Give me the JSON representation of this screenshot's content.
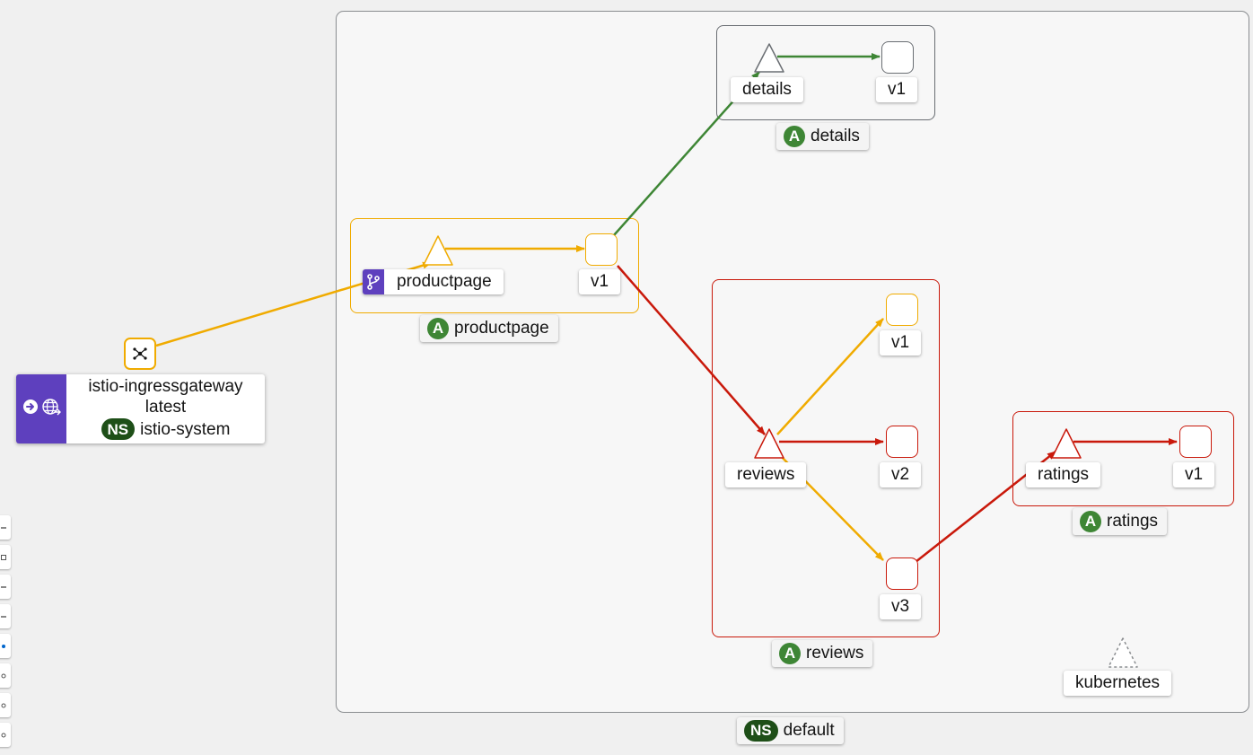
{
  "namespace_box": {
    "badge": "NS",
    "name": "default"
  },
  "gateway": {
    "name": "istio-ingressgateway",
    "version": "latest",
    "ns_badge": "NS",
    "namespace": "istio-system"
  },
  "app_groups": {
    "productpage": {
      "badge": "A",
      "label": "productpage",
      "service": "productpage",
      "workloads": [
        "v1"
      ],
      "health_color": "#f0ab00"
    },
    "details": {
      "badge": "A",
      "label": "details",
      "service": "details",
      "workloads": [
        "v1"
      ],
      "health_color": "#6a6e73"
    },
    "reviews": {
      "badge": "A",
      "label": "reviews",
      "service": "reviews",
      "workloads": [
        "v1",
        "v2",
        "v3"
      ],
      "health_color": "#c9190b"
    },
    "ratings": {
      "badge": "A",
      "label": "ratings",
      "service": "ratings",
      "workloads": [
        "v1"
      ],
      "health_color": "#c9190b"
    }
  },
  "unused_service": {
    "label": "kubernetes"
  },
  "colors": {
    "healthy": "#3e8635",
    "degraded": "#f0ab00",
    "failure": "#c9190b",
    "unknown": "#6a6e73",
    "gateway_strip": "#5e40be",
    "virtual_service_badge": "#5e40be"
  },
  "icons": {
    "gateway_node": "ingress-gateway-icon",
    "gateway_direction": "arrow-circle-right-icon",
    "gateway_globe": "globe-icon",
    "virtual_service": "code-branch-icon"
  },
  "edges": [
    {
      "from": "istio-ingressgateway",
      "to": "productpage",
      "status": "degraded"
    },
    {
      "from": "productpage",
      "to": "productpage v1",
      "status": "degraded"
    },
    {
      "from": "productpage v1",
      "to": "details",
      "status": "healthy"
    },
    {
      "from": "details",
      "to": "details v1",
      "status": "healthy"
    },
    {
      "from": "productpage v1",
      "to": "reviews",
      "status": "failure"
    },
    {
      "from": "reviews",
      "to": "reviews v1",
      "status": "degraded"
    },
    {
      "from": "reviews",
      "to": "reviews v2",
      "status": "failure"
    },
    {
      "from": "reviews",
      "to": "reviews v3",
      "status": "degraded"
    },
    {
      "from": "reviews v3",
      "to": "ratings",
      "status": "failure"
    },
    {
      "from": "ratings",
      "to": "ratings v1",
      "status": "failure"
    }
  ]
}
